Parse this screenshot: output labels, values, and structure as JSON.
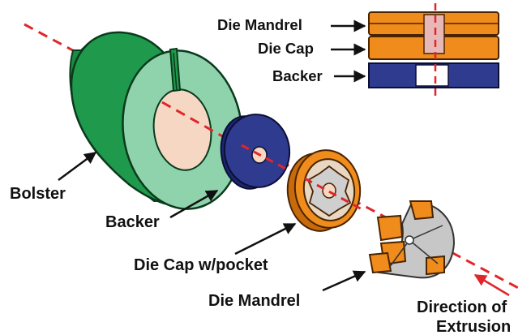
{
  "labels": {
    "inset_die_mandrel": "Die Mandrel",
    "inset_die_cap": "Die Cap",
    "inset_backer": "Backer",
    "bolster": "Bolster",
    "backer": "Backer",
    "die_cap_pocket": "Die Cap w/pocket",
    "die_mandrel": "Die Mandrel",
    "direction_line1": "Direction of",
    "direction_line2": "Extrusion"
  },
  "colors": {
    "bolster": "#1f9a4c",
    "bolster_face": "#8fd3ad",
    "bore": "#f6d7c3",
    "backer": "#2f3b8f",
    "die_cap": "#f08c1c",
    "mandrel": "#c7c7c7",
    "axis": "#e0262a"
  },
  "icons": {
    "arrow": "arrow-icon"
  }
}
